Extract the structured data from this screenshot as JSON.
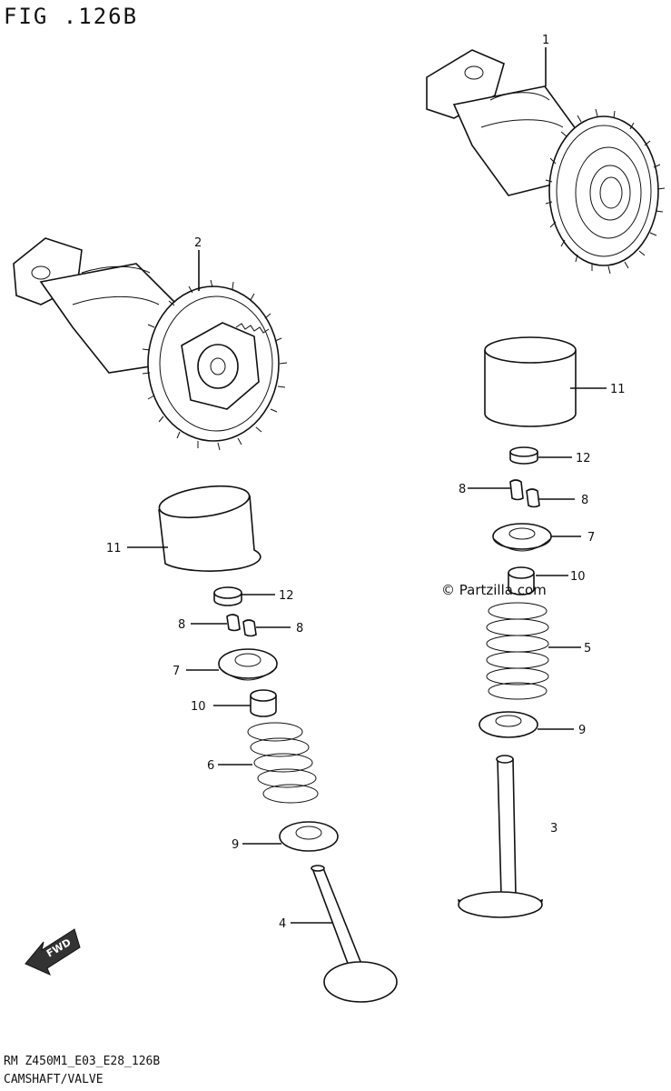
{
  "header": {
    "figure_title": "FIG .126B"
  },
  "watermark": "© Partzilla.com",
  "footer": {
    "code": "RM Z450M1_E03_E28_126B",
    "name": "CAMSHAFT/VALVE"
  },
  "direction_arrow_label": "FWD",
  "callouts": [
    {
      "id": "c1",
      "number": "1"
    },
    {
      "id": "c2",
      "number": "2"
    },
    {
      "id": "c11r",
      "number": "11"
    },
    {
      "id": "c12r",
      "number": "12"
    },
    {
      "id": "c8ra",
      "number": "8"
    },
    {
      "id": "c8rb",
      "number": "8"
    },
    {
      "id": "c7r",
      "number": "7"
    },
    {
      "id": "c10r",
      "number": "10"
    },
    {
      "id": "c5",
      "number": "5"
    },
    {
      "id": "c9r",
      "number": "9"
    },
    {
      "id": "c3",
      "number": "3"
    },
    {
      "id": "c11l",
      "number": "11"
    },
    {
      "id": "c12l",
      "number": "12"
    },
    {
      "id": "c8la",
      "number": "8"
    },
    {
      "id": "c8lb",
      "number": "8"
    },
    {
      "id": "c7l",
      "number": "7"
    },
    {
      "id": "c10l",
      "number": "10"
    },
    {
      "id": "c6",
      "number": "6"
    },
    {
      "id": "c9l",
      "number": "9"
    },
    {
      "id": "c4",
      "number": "4"
    }
  ]
}
